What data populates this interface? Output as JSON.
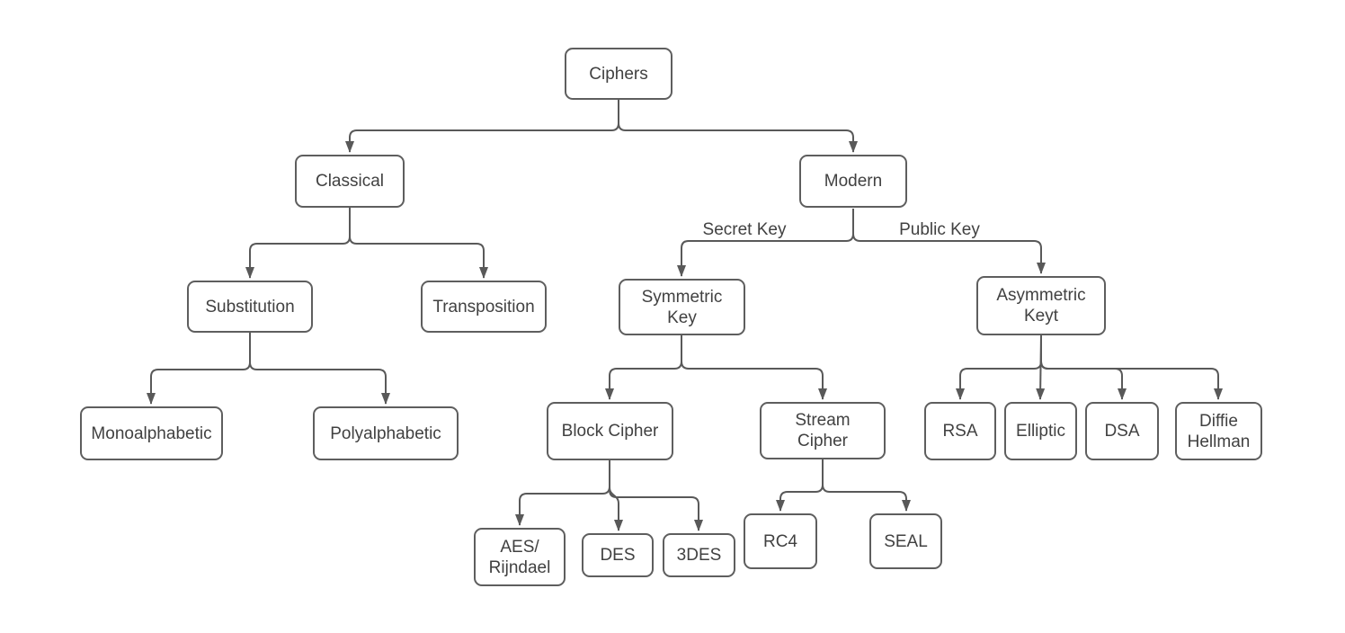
{
  "colors": {
    "background": "#ffffff",
    "node_fill": "#ffffff",
    "node_border": "#5e5e5e",
    "connector": "#595959",
    "text": "#414141"
  },
  "nodes": {
    "ciphers": {
      "lines": [
        "Ciphers"
      ]
    },
    "classical": {
      "lines": [
        "Classical"
      ]
    },
    "modern": {
      "lines": [
        "Modern"
      ]
    },
    "substitution": {
      "lines": [
        "Substitution"
      ]
    },
    "transposition": {
      "lines": [
        "Transposition"
      ]
    },
    "symmetric_key": {
      "lines": [
        "Symmetric",
        "Key"
      ]
    },
    "asymmetric_key": {
      "lines": [
        "Asymmetric",
        "Keyt"
      ]
    },
    "monoalphabetic": {
      "lines": [
        "Monoalphabetic"
      ]
    },
    "polyalphabetic": {
      "lines": [
        "Polyalphabetic"
      ]
    },
    "block_cipher": {
      "lines": [
        "Block Cipher"
      ]
    },
    "stream_cipher": {
      "lines": [
        "Stream",
        "Cipher"
      ]
    },
    "rsa": {
      "lines": [
        "RSA"
      ]
    },
    "elliptic": {
      "lines": [
        "Elliptic"
      ]
    },
    "dsa": {
      "lines": [
        "DSA"
      ]
    },
    "diffie_hellman": {
      "lines": [
        "Diffie",
        "Hellman"
      ]
    },
    "aes_rijndael": {
      "lines": [
        "AES/",
        "Rijndael"
      ]
    },
    "des": {
      "lines": [
        "DES"
      ]
    },
    "triple_des": {
      "lines": [
        "3DES"
      ]
    },
    "rc4": {
      "lines": [
        "RC4"
      ]
    },
    "seal": {
      "lines": [
        "SEAL"
      ]
    }
  },
  "edge_labels": {
    "secret_key": "Secret Key",
    "public_key": "Public Key"
  },
  "edges": [
    {
      "from": "Ciphers",
      "to": "Classical"
    },
    {
      "from": "Ciphers",
      "to": "Modern"
    },
    {
      "from": "Classical",
      "to": "Substitution"
    },
    {
      "from": "Classical",
      "to": "Transposition"
    },
    {
      "from": "Modern",
      "to": "Symmetric Key",
      "label": "Secret Key"
    },
    {
      "from": "Modern",
      "to": "Asymmetric Keyt",
      "label": "Public Key"
    },
    {
      "from": "Substitution",
      "to": "Monoalphabetic"
    },
    {
      "from": "Substitution",
      "to": "Polyalphabetic"
    },
    {
      "from": "Symmetric Key",
      "to": "Block Cipher"
    },
    {
      "from": "Symmetric Key",
      "to": "Stream Cipher"
    },
    {
      "from": "Asymmetric Keyt",
      "to": "RSA"
    },
    {
      "from": "Asymmetric Keyt",
      "to": "Elliptic"
    },
    {
      "from": "Asymmetric Keyt",
      "to": "DSA"
    },
    {
      "from": "Asymmetric Keyt",
      "to": "Diffie Hellman"
    },
    {
      "from": "Block Cipher",
      "to": "AES/Rijndael"
    },
    {
      "from": "Block Cipher",
      "to": "DES"
    },
    {
      "from": "Block Cipher",
      "to": "3DES"
    },
    {
      "from": "Stream Cipher",
      "to": "RC4"
    },
    {
      "from": "Stream Cipher",
      "to": "SEAL"
    }
  ]
}
